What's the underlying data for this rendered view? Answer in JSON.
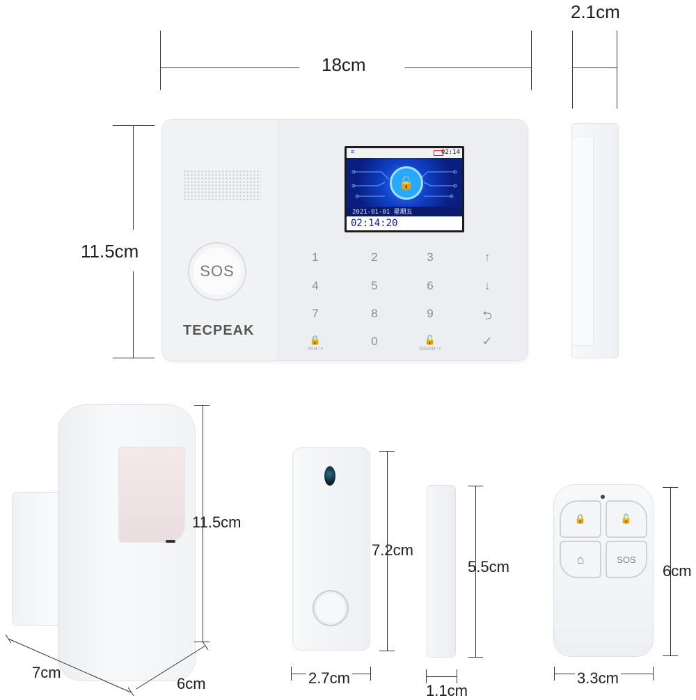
{
  "dimensions": {
    "panel_width": "18cm",
    "panel_depth": "2.1cm",
    "panel_height": "11.5cm",
    "pir_height": "11.5cm",
    "pir_width": "7cm",
    "pir_depth": "6cm",
    "door_height": "7.2cm",
    "door_width": "2.7cm",
    "magnet_height": "5.5cm",
    "magnet_width": "1.1cm",
    "remote_height": "6cm",
    "remote_width": "3.3cm"
  },
  "panel": {
    "brand": "TECPEAK",
    "sos_label": "SOS",
    "screen": {
      "status_time": "02:14",
      "date_line": "2021-01-01 星期五",
      "clock": "02:14:20"
    },
    "keys": [
      {
        "label": "1"
      },
      {
        "label": "2"
      },
      {
        "label": "3"
      },
      {
        "label": "↑"
      },
      {
        "label": "4"
      },
      {
        "label": "5"
      },
      {
        "label": "6"
      },
      {
        "label": "↓"
      },
      {
        "label": "7"
      },
      {
        "label": "8"
      },
      {
        "label": "9"
      },
      {
        "label": "⮌"
      },
      {
        "label": "🔒"
      },
      {
        "label": "0"
      },
      {
        "label": "🔓"
      },
      {
        "label": "✓"
      }
    ],
    "key_sublabels": {
      "arm": "ARM / #",
      "disarm": "DISARM / #"
    }
  },
  "remote": {
    "buttons": [
      {
        "icon": "lock-icon",
        "glyph": "🔒"
      },
      {
        "icon": "unlock-icon",
        "glyph": "🔓"
      },
      {
        "icon": "home-icon",
        "glyph": "⌂"
      },
      {
        "icon": "sos",
        "glyph": "SOS"
      }
    ]
  },
  "colors": {
    "screen_bg": "#0a1a6e",
    "screen_clock_text": "#0a1a9e",
    "device_white": "#f4f5f7"
  }
}
